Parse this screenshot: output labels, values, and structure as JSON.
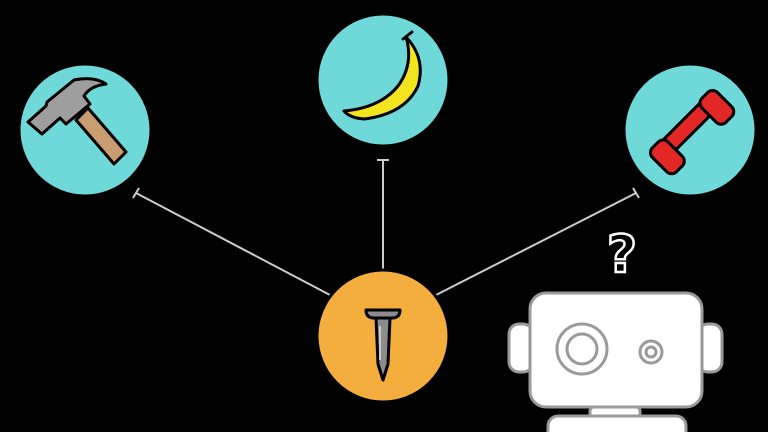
{
  "canvas": {
    "background": "#000000"
  },
  "diagram": {
    "type": "concept-map",
    "center_node": {
      "id": "nail",
      "icon": "nail-icon",
      "fill": "#F4AE3D"
    },
    "option_nodes": [
      {
        "id": "hammer",
        "icon": "hammer-icon",
        "fill": "#6FD9D9"
      },
      {
        "id": "banana",
        "icon": "banana-icon",
        "fill": "#6FD9D9"
      },
      {
        "id": "phone",
        "icon": "telephone-receiver-icon",
        "fill": "#6FD9D9"
      }
    ],
    "connections": [
      {
        "from": "nail",
        "to": "hammer"
      },
      {
        "from": "nail",
        "to": "banana"
      },
      {
        "from": "nail",
        "to": "phone"
      }
    ],
    "line_color": "#CCCCCC"
  },
  "robot": {
    "icon": "robot-icon",
    "question_mark": "?",
    "body_fill": "#FFFFFF",
    "outline": "#9A9A9A"
  }
}
